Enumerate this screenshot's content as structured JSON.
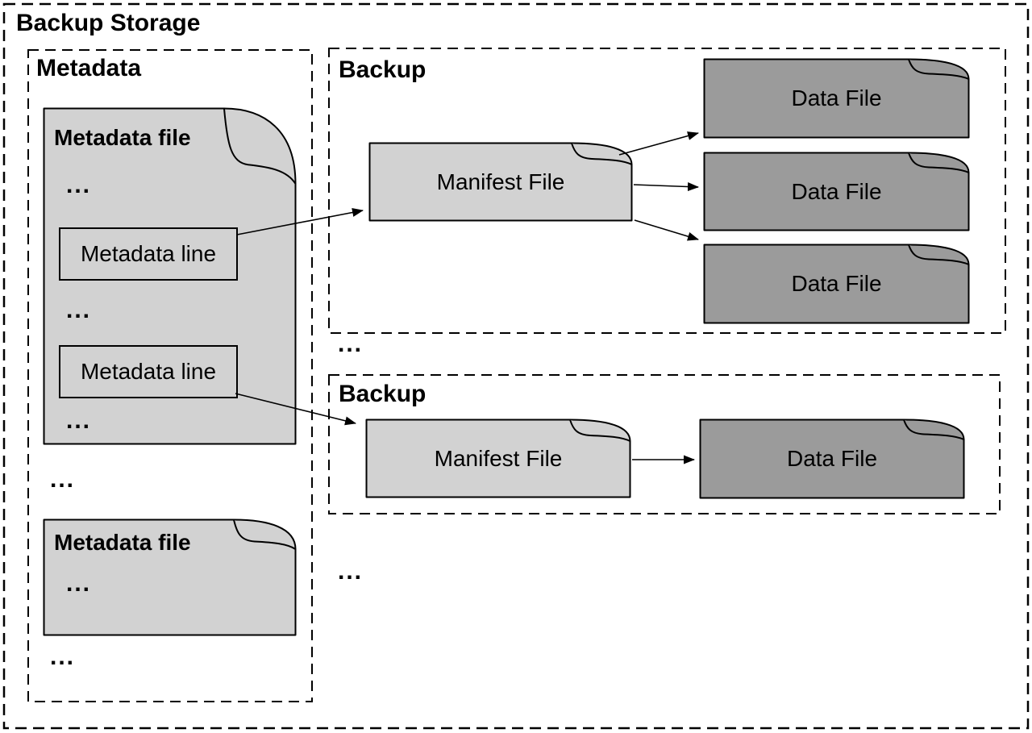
{
  "title": "Backup Storage",
  "ellipsis": "...",
  "metadata_group": {
    "title": "Metadata",
    "file1": {
      "title": "Metadata file",
      "line1": "Metadata line",
      "line2": "Metadata line"
    },
    "file2": {
      "title": "Metadata file"
    }
  },
  "backup1": {
    "title": "Backup",
    "manifest": "Manifest File",
    "data_files": [
      "Data File",
      "Data File",
      "Data File"
    ]
  },
  "backup2": {
    "title": "Backup",
    "manifest": "Manifest File",
    "data_files": [
      "Data File"
    ]
  },
  "colors": {
    "light_fill": "#d2d2d2",
    "dark_fill": "#9b9b9b",
    "border": "#000000",
    "background": "#ffffff"
  }
}
